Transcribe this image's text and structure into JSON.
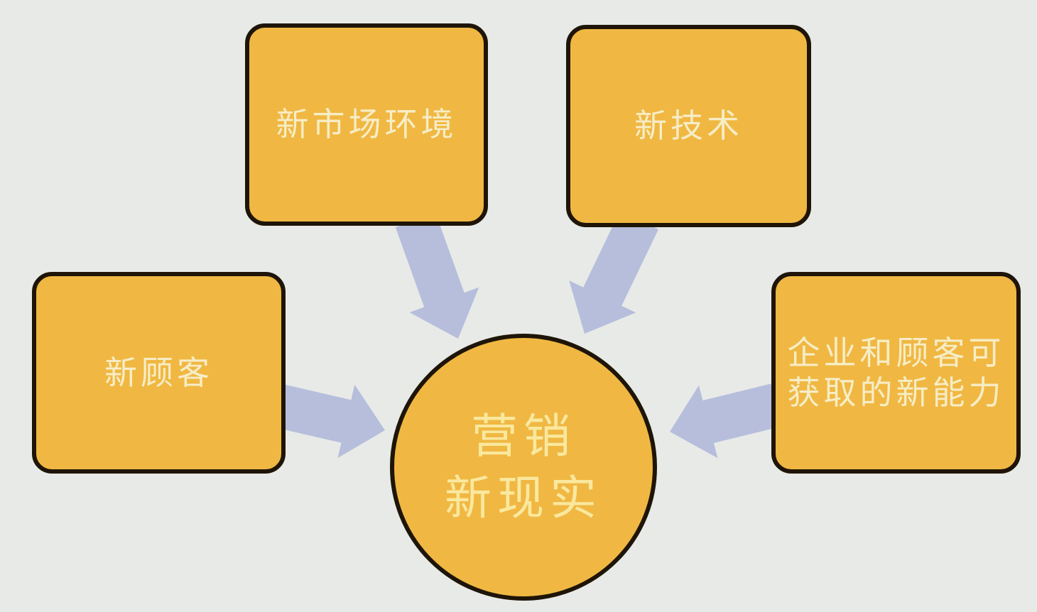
{
  "colors": {
    "bg": "#e8eae7",
    "node-fill": "#f0b843",
    "node-border": "#1e1508",
    "arrow-fill": "#b6bedc",
    "box-label": "#f7edc6",
    "center-label": "#fae89e"
  },
  "diagram": {
    "title": "营销新现实",
    "center": {
      "id": "marketing-new-realities",
      "label": "营销新现实",
      "label_line1": "营销",
      "label_line2": "新现实"
    },
    "factors": [
      {
        "id": "new-market-environment",
        "label": "新市场环境"
      },
      {
        "id": "new-technology",
        "label": "新技术"
      },
      {
        "id": "new-customers",
        "label": "新顾客"
      },
      {
        "id": "new-capabilities",
        "label": "企业和顾客可获取的新能力",
        "label_line1": "企业和顾客可",
        "label_line2": "获取的新能力"
      }
    ],
    "arrows": [
      {
        "from": "new-market-environment",
        "to": "marketing-new-realities"
      },
      {
        "from": "new-technology",
        "to": "marketing-new-realities"
      },
      {
        "from": "new-customers",
        "to": "marketing-new-realities"
      },
      {
        "from": "new-capabilities",
        "to": "marketing-new-realities"
      }
    ]
  }
}
